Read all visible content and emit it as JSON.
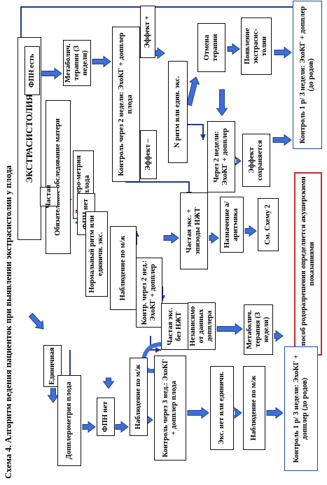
{
  "caption": "Схема 4. Алгоритм ведения пациенток при выявлении экстрасистолии у плода",
  "nodes": {
    "extrasystole": "ЭКСТРАСИСТОЛИЯ",
    "maternal_exam": "Обязательное обследование матери",
    "frequent": "Частая",
    "single": "Единичная",
    "fpn_yes": "ФПН есть",
    "metabolic_top": "Метаболич. терапия (3 недели)",
    "control_2w_top": "Контроль через 2 недели: ЭхоКГ + допплер плода",
    "effect_plus": "Эффект +",
    "effect_minus": "Эффект –",
    "n_rhythm": "N ритм или един. экс.",
    "cancel_therapy": "Отмена терапии",
    "extrasys_appear": "Появление экстрасис-толии",
    "control_1_3w_top": "Контроль 1 р/ 3 недели: ЭхоКГ + допплер (до родов)",
    "doppler_fetal": "Допплеро-метрия плода",
    "fpn_no_top": "ФПН нет",
    "observation_top": "Наблюдение по м/ж",
    "control_2w_mid": "Контр. через 2 нед.: ЭхоКГ + допплер",
    "frequent_pjt": "Частая экс. + эпизоды НЖТ",
    "antiarrhythmic": "Назначение а/аритмика",
    "see_scheme2": "См. Схему 2",
    "after_2w": "Через 2 недели: ЭхоКГ + допплер",
    "effect_kept": "Эффект сохраняется",
    "delivery_method": "Способ родоразрешения определяется акушерскими показаниями",
    "normal_rhythm": "Нормальный ритм или единичн. экс.",
    "frequent_no_pjt": "Частая экс. без НЖТ",
    "independent": "Независимо от данных допплера",
    "metabolic_mid": "Метаболич. терапия (3 недели)",
    "doppler_left": "Допплерометрия плода",
    "fpn_no_left": "ФПН нет",
    "observation_left": "Наблюдение по м/ж",
    "control_3w_left": "Контроль через 3 нед.: ЭхоКГ + допплер плода",
    "no_extrasys": "Экс. нет или единичн.",
    "observation_bottom": "Наблюдение по м/ж",
    "control_1_3w_bottom": "Контроль 1 р/ 3 недели: ЭхоКГ + допплер (до родов)"
  },
  "colors": {
    "arrow_fill": "#3f6fd6",
    "arrow_stroke": "#1e3f8f",
    "line": "#1f3a8a",
    "box_border": "#111111",
    "highlight_border": "#c62828"
  }
}
